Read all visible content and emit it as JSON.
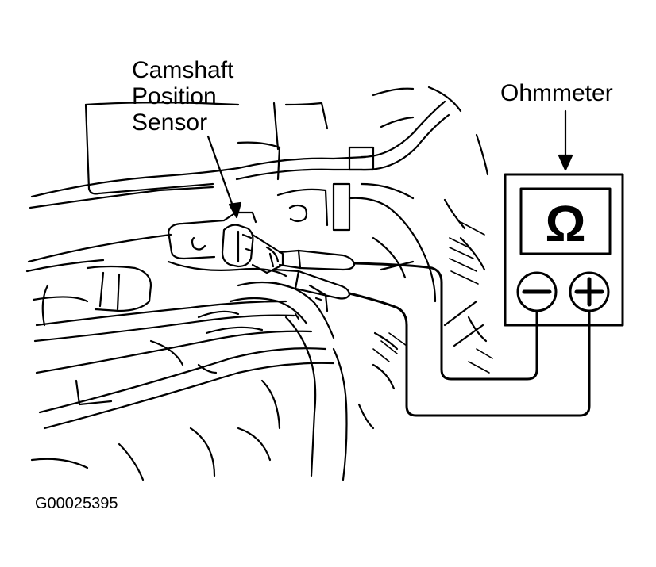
{
  "labels": {
    "sensor_line1": "Camshaft",
    "sensor_line2": "Position",
    "sensor_line3": "Sensor",
    "meter": "Ohmmeter"
  },
  "meter": {
    "display_symbol": "Ω",
    "terminal_negative": "−",
    "terminal_positive": "+"
  },
  "figure_id": "G00025395",
  "colors": {
    "ink": "#000000",
    "paper": "#ffffff"
  },
  "icons": [
    "omega-symbol",
    "minus-terminal",
    "plus-terminal",
    "arrow-down-icon"
  ]
}
